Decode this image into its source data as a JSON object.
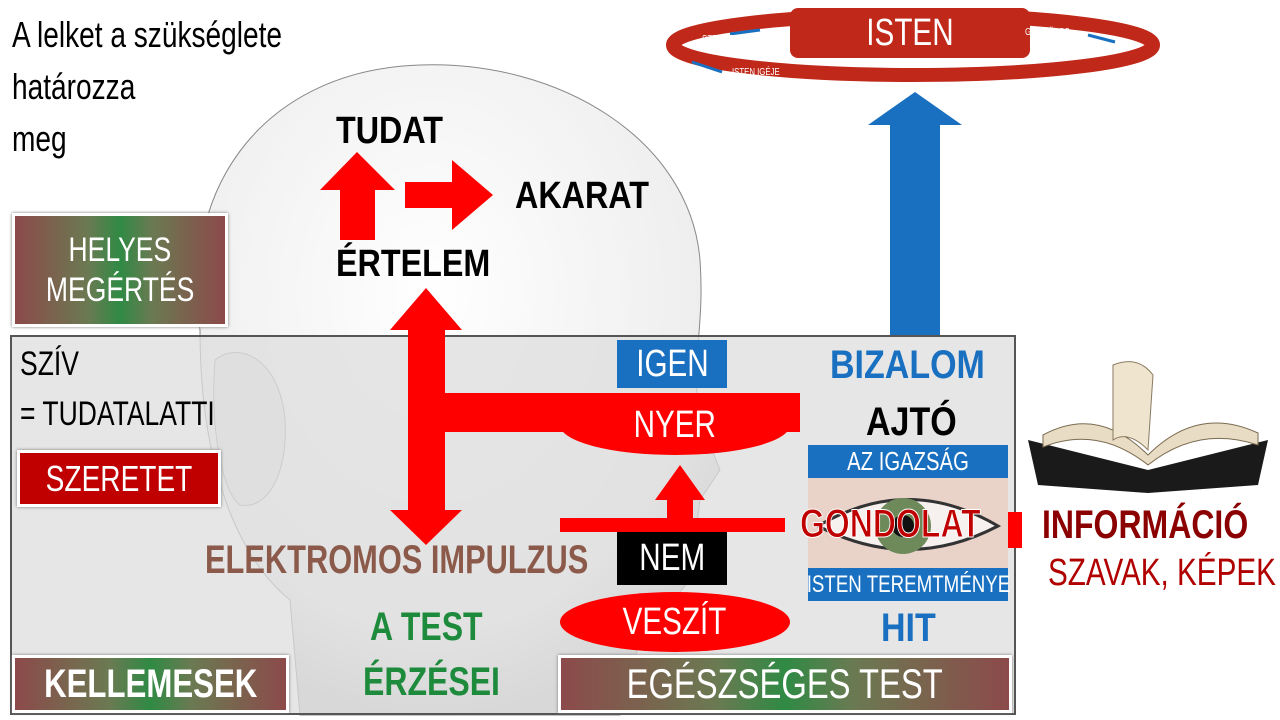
{
  "heading": {
    "lines": [
      "A lelket a szükséglete",
      "határozza",
      "meg"
    ]
  },
  "head_labels": {
    "tudat": "TUDAT",
    "ertelem": "ÉRTELEM",
    "akarat": "AKARAT"
  },
  "left": {
    "helyes": [
      "HELYES",
      "MEGÉRTÉS"
    ],
    "sziv": [
      "SZÍV",
      "= TUDATALATTI"
    ],
    "szeretet": "SZERETET",
    "kellemesek": "KELLEMESEK"
  },
  "center": {
    "igen": "IGEN",
    "nyer": "NYER",
    "nem": "NEM",
    "veszit": "VESZÍT",
    "impulzus": "ELEKTROMOS IMPULZUS",
    "test": [
      "A TEST",
      "ÉRZÉSEI"
    ],
    "egeszseges": "EGÉSZSÉGES TEST"
  },
  "right": {
    "bizalom": "BIZALOM",
    "ajto": "AJTÓ",
    "igazsag": "AZ IGAZSÁG",
    "gondolat": "GONDOLAT",
    "teremtmenye": "ISTEN TEREMTMÉNYE",
    "hit": "HIT",
    "informacio": "INFORMÁCIÓ",
    "szavak": "SZAVAK, KÉPEK"
  },
  "ring": {
    "isten": "ISTEN",
    "szeretet": "SZERETET",
    "gyumolcs": "GYÜMÖLCS",
    "ige": "ISTEN IGÉJE"
  },
  "colors": {
    "red": "#ff0000",
    "blue": "#1a70c0",
    "darkred": "#c00000",
    "green": "#1e8b3c",
    "brown": "#8b5a4a"
  }
}
